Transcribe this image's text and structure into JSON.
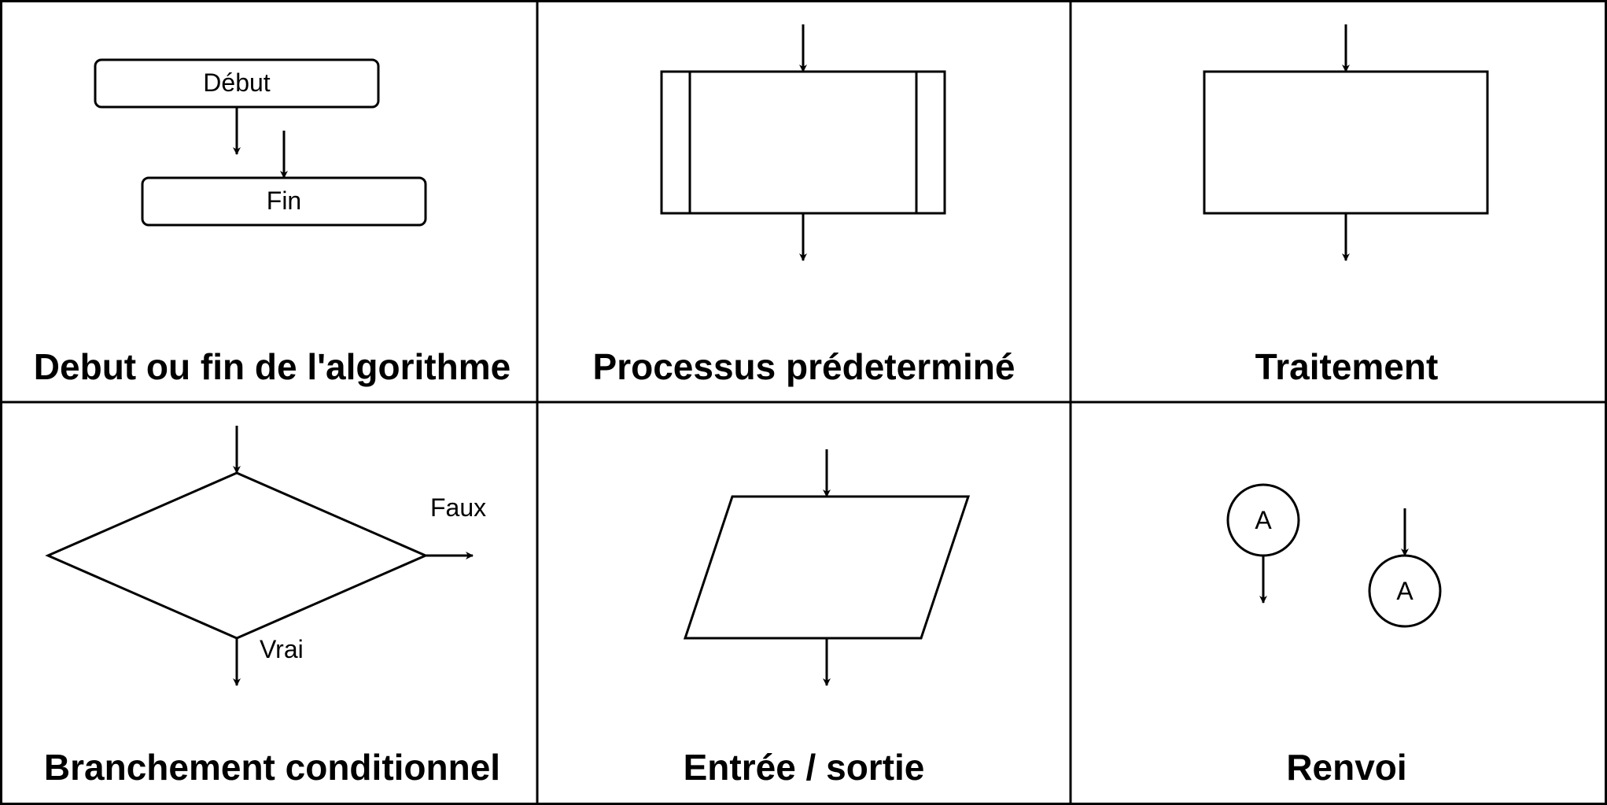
{
  "colors": {
    "stroke": "#000000",
    "background": "#ffffff"
  },
  "cells": {
    "debut_fin": {
      "title": "Debut ou fin de l'algorithme",
      "start_label": "Début",
      "end_label": "Fin"
    },
    "processus": {
      "title": "Processus prédeterminé"
    },
    "traitement": {
      "title": "Traitement"
    },
    "branchement": {
      "title": "Branchement conditionnel",
      "false_label": "Faux",
      "true_label": "Vrai"
    },
    "entree_sortie": {
      "title": "Entrée / sortie"
    },
    "renvoi": {
      "title": "Renvoi",
      "out_connector_label": "A",
      "in_connector_label": "A"
    }
  }
}
